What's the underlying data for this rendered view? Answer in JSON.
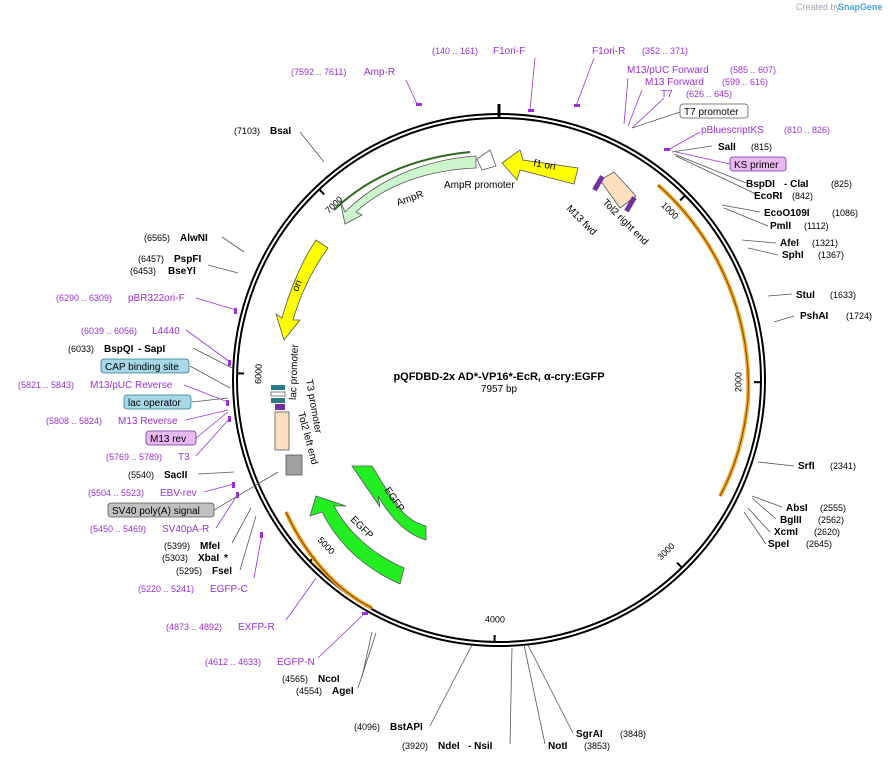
{
  "brand": {
    "created_by": "Created by",
    "product": "SnapGene"
  },
  "map": {
    "title": "pQFDBD-2x AD*-VP16*-EcR, α-cry:EGFP",
    "length_label": "7957 bp",
    "total_bp": 7957
  },
  "ticks": [
    {
      "bp": 1000,
      "label": "1000"
    },
    {
      "bp": 2000,
      "label": "2000"
    },
    {
      "bp": 3000,
      "label": "3000"
    },
    {
      "bp": 4000,
      "label": "4000"
    },
    {
      "bp": 5000,
      "label": "5000"
    },
    {
      "bp": 6000,
      "label": "6000"
    },
    {
      "bp": 7000,
      "label": "7000"
    }
  ],
  "enzymes": [
    {
      "id": "bsai",
      "name": "BsaI",
      "pos": "(7103)",
      "side": "left"
    },
    {
      "id": "alwni",
      "name": "AlwNI",
      "pos": "(6565)",
      "side": "left"
    },
    {
      "id": "pspfi",
      "name": "PspFI",
      "pos": "(6457)",
      "side": "left"
    },
    {
      "id": "bseyi",
      "name": "BseYI",
      "pos": "(6453)",
      "side": "left"
    },
    {
      "id": "bspqi",
      "name": "BspQI",
      "extra": " - SapI",
      "pos": "(6033)",
      "side": "left"
    },
    {
      "id": "sacii",
      "name": "SacII",
      "pos": "(5540)",
      "side": "left"
    },
    {
      "id": "mfei",
      "name": "MfeI",
      "pos": "(5399)",
      "side": "left"
    },
    {
      "id": "xbai",
      "name": "XbaI",
      "extra": " *",
      "pos": "(5303)",
      "side": "left"
    },
    {
      "id": "fsei",
      "name": "FseI",
      "pos": "(5295)",
      "side": "left"
    },
    {
      "id": "ncoi",
      "name": "NcoI",
      "pos": "(4565)",
      "side": "left"
    },
    {
      "id": "agei",
      "name": "AgeI",
      "pos": "(4554)",
      "side": "left"
    },
    {
      "id": "bstapi",
      "name": "BstAPI",
      "pos": "(4096)",
      "side": "left"
    },
    {
      "id": "ndei",
      "name": "NdeI",
      "extra": " - NsiI",
      "pos": "(3920)",
      "side": "left"
    },
    {
      "id": "noti",
      "name": "NotI",
      "pos": "(3853)",
      "side": "right"
    },
    {
      "id": "sgrai",
      "name": "SgrAI",
      "pos": "(3848)",
      "side": "right"
    },
    {
      "id": "sali",
      "name": "SalI",
      "pos": "(815)",
      "side": "right"
    },
    {
      "id": "bspdi",
      "name": "BspDI",
      "extra": " - ClaI",
      "pos": "(825)",
      "side": "right"
    },
    {
      "id": "ecori",
      "name": "EcoRI",
      "pos": "(842)",
      "side": "right"
    },
    {
      "id": "eco",
      "name": "EcoO109I",
      "pos": "(1086)",
      "side": "right"
    },
    {
      "id": "pmli",
      "name": "PmlI",
      "pos": "(1112)",
      "side": "right"
    },
    {
      "id": "afei",
      "name": "AfeI",
      "pos": "(1321)",
      "side": "right"
    },
    {
      "id": "sphi",
      "name": "SphI",
      "pos": "(1367)",
      "side": "right"
    },
    {
      "id": "stui",
      "name": "StuI",
      "pos": "(1633)",
      "side": "right"
    },
    {
      "id": "pshai",
      "name": "PshAI",
      "pos": "(1724)",
      "side": "right"
    },
    {
      "id": "srfi",
      "name": "SrfI",
      "pos": "(2341)",
      "side": "right"
    },
    {
      "id": "absi",
      "name": "AbsI",
      "pos": "(2555)",
      "side": "right"
    },
    {
      "id": "bglii",
      "name": "BglII",
      "pos": "(2562)",
      "side": "right"
    },
    {
      "id": "xcmi",
      "name": "XcmI",
      "pos": "(2620)",
      "side": "right"
    },
    {
      "id": "spei",
      "name": "SpeI",
      "pos": "(2645)",
      "side": "right"
    }
  ],
  "primers": [
    {
      "id": "ampr",
      "name": "Amp-R",
      "pos": "(7592 .. 7611)"
    },
    {
      "id": "f1orif",
      "name": "F1ori-F",
      "pos": "(140 .. 161)"
    },
    {
      "id": "f1orir",
      "name": "F1ori-R",
      "pos": "(352 .. 371)"
    },
    {
      "id": "m13puc",
      "name": "M13/pUC Forward",
      "pos": "(585 .. 607)"
    },
    {
      "id": "m13fwd",
      "name": "M13 Forward",
      "pos": "(599 .. 616)"
    },
    {
      "id": "t7",
      "name": "T7",
      "pos": "(626 .. 645)"
    },
    {
      "id": "pbks",
      "name": "pBluescriptKS",
      "pos": "(810 .. 826)"
    },
    {
      "id": "pbr",
      "name": "pBR322ori-F",
      "pos": "(6290 .. 6309)"
    },
    {
      "id": "l4440",
      "name": "L4440",
      "pos": "(6039 .. 6056)"
    },
    {
      "id": "m13pucr",
      "name": "M13/pUC Reverse",
      "pos": "(5821 .. 5843)"
    },
    {
      "id": "m13rev",
      "name": "M13 Reverse",
      "pos": "(5808 .. 5824)"
    },
    {
      "id": "t3",
      "name": "T3",
      "pos": "(5769 .. 5789)"
    },
    {
      "id": "ebv",
      "name": "EBV-rev",
      "pos": "(5504 .. 5523)"
    },
    {
      "id": "sv40pa",
      "name": "SV40pA-R",
      "pos": "(5450 .. 5469)"
    },
    {
      "id": "egfpc",
      "name": "EGFP-C",
      "pos": "(5220 .. 5241)"
    },
    {
      "id": "exfpr",
      "name": "EXFP-R",
      "pos": "(4873 .. 4892)"
    },
    {
      "id": "egfpn",
      "name": "EGFP-N",
      "pos": "(4612 .. 4633)"
    }
  ],
  "boxed_labels": {
    "t7_promoter": "T7 promoter",
    "ks_primer": "KS primer",
    "cap_site": "CAP binding site",
    "lac_operator": "lac operator",
    "m13_rev": "M13 rev",
    "sv40_signal": "SV40 poly(A) signal"
  },
  "features": {
    "f1_ori": "f1 ori",
    "ampr_promoter": "AmpR promoter",
    "ampr": "AmpR",
    "ori": "ori",
    "lac_promoter": "lac promoter",
    "t3_promoter": "T3 promoter",
    "tol2_left": "Tol2 left end",
    "tol2_right": "Tol2 right end",
    "m13_fwd": "M13 fwd",
    "egfp1": "EGFP",
    "egfp2": "EGFP"
  },
  "colors": {
    "primer": "#9b30d9",
    "ori_yellow": "#ffff00",
    "ampr_green": "#ccf5cc",
    "egfp_green": "#22ee22",
    "tol2_orange": "#ffdfc0",
    "cap_blue": "#a8d8e8",
    "ks_purple": "#e8b8f0"
  }
}
